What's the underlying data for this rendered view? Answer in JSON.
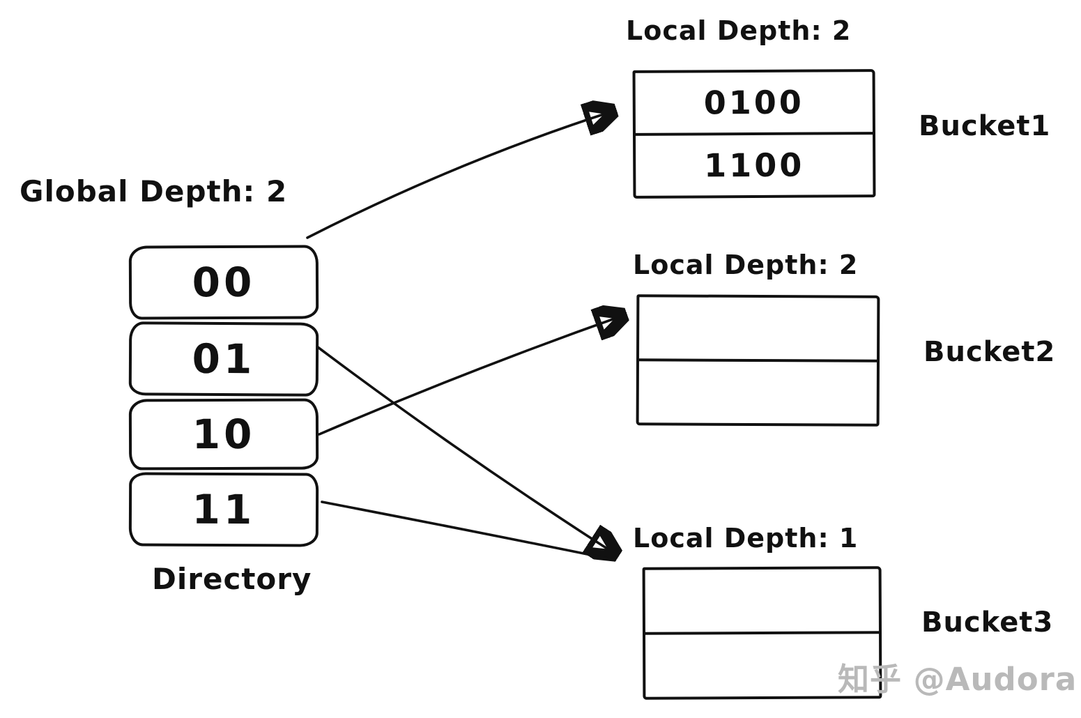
{
  "diagram": {
    "title_implicit": "Extendible hashing directory and buckets",
    "global_depth_label": "Global Depth: 2",
    "directory_caption": "Directory",
    "directory_entries": [
      {
        "label": "00",
        "points_to": "Bucket1"
      },
      {
        "label": "01",
        "points_to": "Bucket3"
      },
      {
        "label": "10",
        "points_to": "Bucket2"
      },
      {
        "label": "11",
        "points_to": "Bucket3"
      }
    ],
    "buckets": [
      {
        "name": "Bucket1",
        "local_depth_label": "Local Depth: 2",
        "rows": [
          "0100",
          "1100"
        ]
      },
      {
        "name": "Bucket2",
        "local_depth_label": "Local Depth: 2",
        "rows": [
          "",
          ""
        ]
      },
      {
        "name": "Bucket3",
        "local_depth_label": "Local Depth: 1",
        "rows": [
          "",
          ""
        ]
      }
    ],
    "watermark": "知乎 @Audora",
    "colors": {
      "ink": "#111111",
      "background": "#ffffff",
      "watermark": "#b9b9b9"
    }
  }
}
